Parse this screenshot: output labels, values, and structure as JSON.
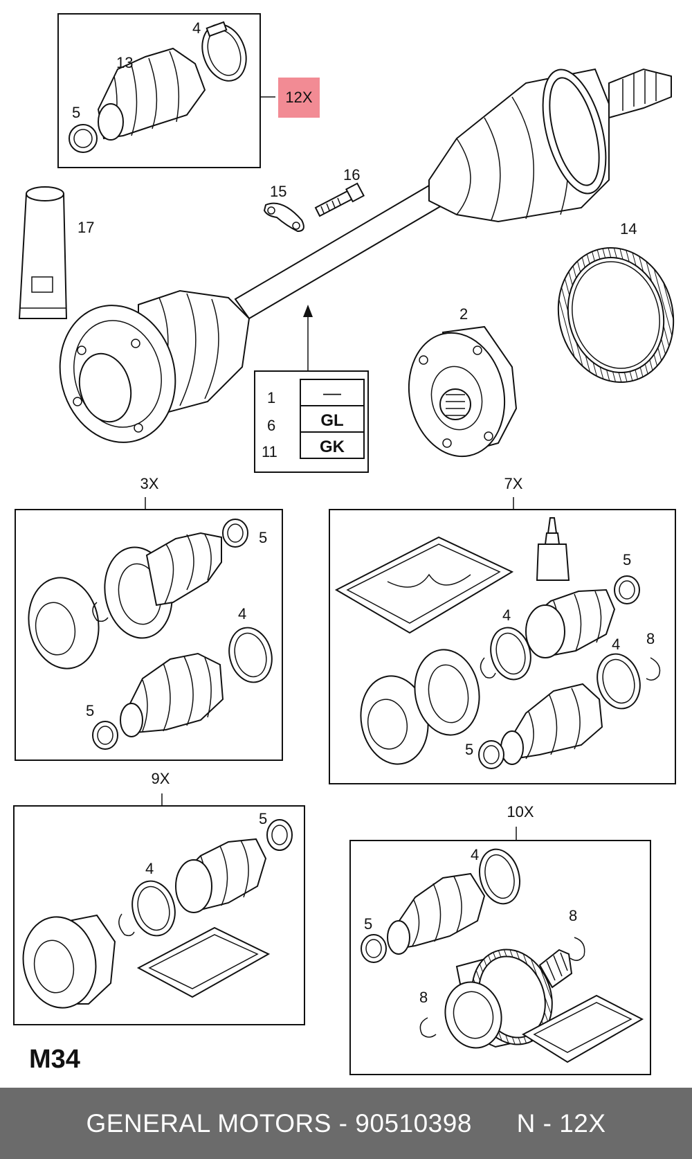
{
  "callouts": {
    "c12x": "12X",
    "c4a": "4",
    "c13": "13",
    "c5a": "5",
    "c15": "15",
    "c16": "16",
    "c17": "17",
    "c14": "14",
    "c2": "2",
    "c3x": "3X",
    "c5b": "5",
    "c4b": "4",
    "c5c": "5",
    "c7x": "7X",
    "c5d": "5",
    "c4c": "4",
    "c4d": "4",
    "c8a": "8",
    "c5e": "5",
    "c9x": "9X",
    "c5f": "5",
    "c4e": "4",
    "c10x": "10X",
    "c4f": "4",
    "c5g": "5",
    "c8b": "8",
    "c8c": "8"
  },
  "variant_table": [
    {
      "index": "1",
      "code": "—"
    },
    {
      "index": "6",
      "code": "GL"
    },
    {
      "index": "11",
      "code": "GK"
    }
  ],
  "page_code": "M34",
  "footer": {
    "text": "GENERAL MOTORS - 90510398",
    "code": "N - 12X"
  },
  "colors": {
    "highlight": "#f28b94",
    "footer_bg": "#6b6b6b",
    "line": "#111111"
  }
}
